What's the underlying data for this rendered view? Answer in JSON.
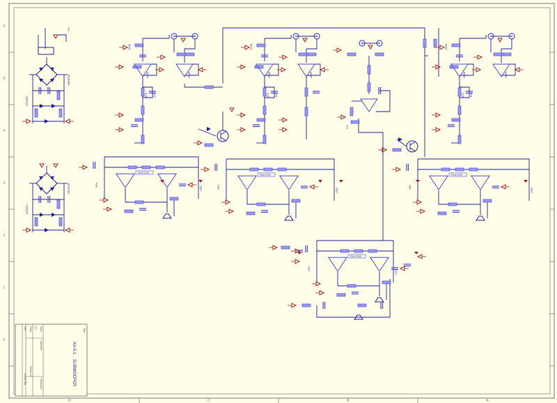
{
  "title_block": {
    "title_label": "Title",
    "drawing_title": "XA-5.1",
    "subtitle": "SUBWOOFER",
    "size_label": "Size",
    "size_value": "A3",
    "number_label": "Number",
    "revision_label": "Revision",
    "date_label": "Date",
    "file_label": "File",
    "sheet_label": "Sheet of",
    "drawn_by_label": "Drawn By"
  },
  "zones": {
    "columns": [
      "D",
      "C",
      "B",
      "A"
    ],
    "rows": [
      "6",
      "5",
      "4",
      "3",
      "2",
      "1",
      "0"
    ]
  },
  "colors": {
    "background": "#fffee9",
    "wire": "#1c1c9c",
    "component": "#4b4bd8",
    "ground": "#a02020",
    "border": "#777777"
  }
}
